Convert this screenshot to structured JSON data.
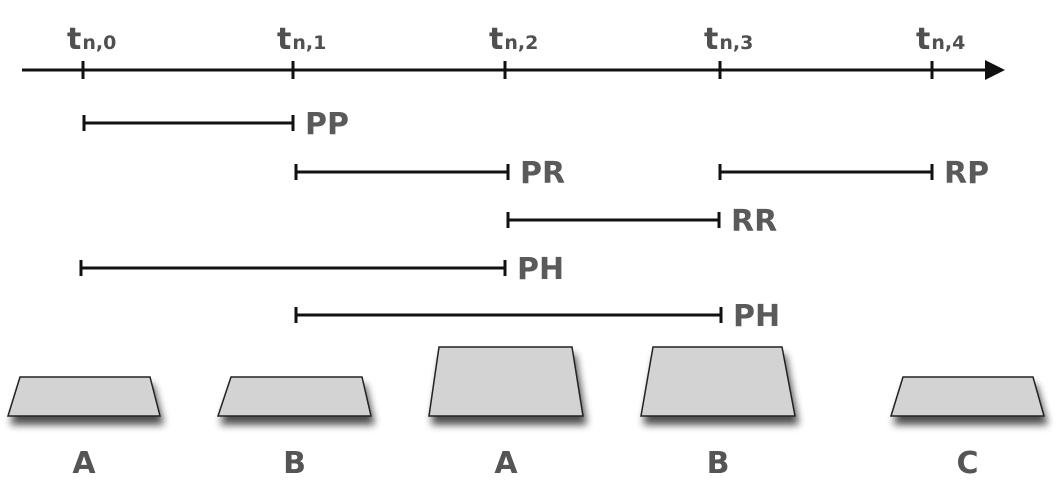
{
  "timeline": {
    "ticks": [
      {
        "main": "t",
        "sub": "n,0"
      },
      {
        "main": "t",
        "sub": "n,1"
      },
      {
        "main": "t",
        "sub": "n,2"
      },
      {
        "main": "t",
        "sub": "n,3"
      },
      {
        "main": "t",
        "sub": "n,4"
      }
    ]
  },
  "intervals": [
    {
      "label": "PP",
      "from": 0,
      "to": 1
    },
    {
      "label": "PR",
      "from": 1,
      "to": 2
    },
    {
      "label": "RP",
      "from": 3,
      "to": 4
    },
    {
      "label": "RR",
      "from": 2,
      "to": 3
    },
    {
      "label": "PH",
      "from": 0,
      "to": 2
    },
    {
      "label": "PH",
      "from": 1,
      "to": 3
    }
  ],
  "blocks": [
    {
      "label": "A",
      "size": "small"
    },
    {
      "label": "B",
      "size": "small"
    },
    {
      "label": "A",
      "size": "large"
    },
    {
      "label": "B",
      "size": "large"
    },
    {
      "label": "C",
      "size": "small"
    }
  ],
  "colors": {
    "line": "#111111",
    "block_fill": "#d3d3d3",
    "block_stroke": "#222222",
    "text": "#555555"
  }
}
